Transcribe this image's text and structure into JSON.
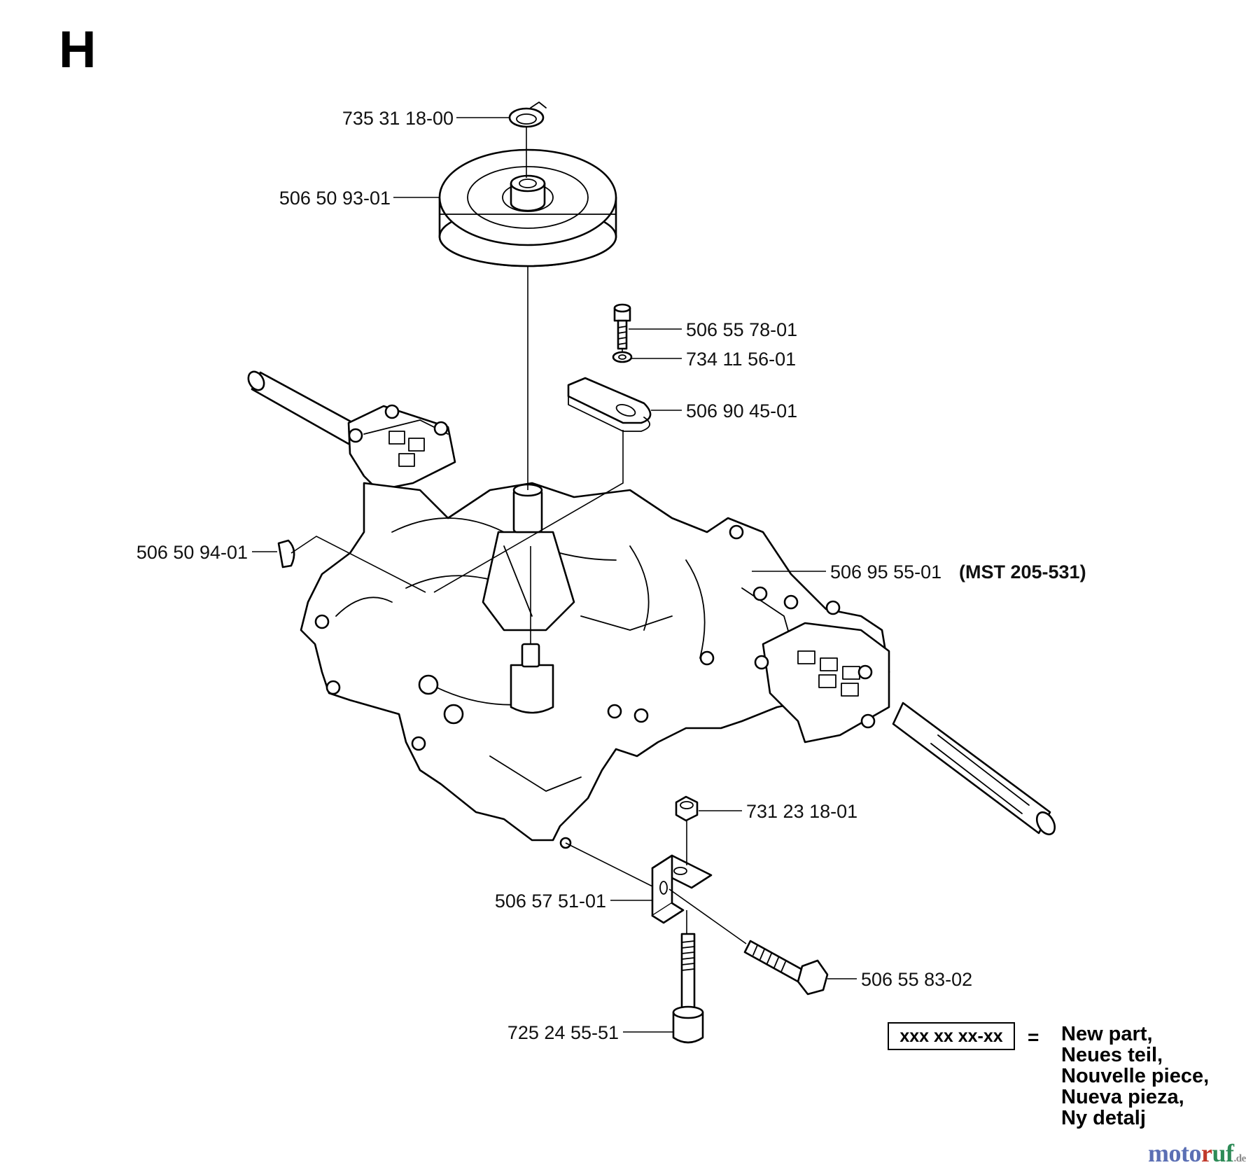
{
  "page": {
    "section_letter": "H"
  },
  "parts": [
    {
      "id": "p1",
      "number": "735 31 18-00"
    },
    {
      "id": "p2",
      "number": "506 50 93-01"
    },
    {
      "id": "p3",
      "number": "506 55 78-01"
    },
    {
      "id": "p4",
      "number": "734 11 56-01"
    },
    {
      "id": "p5",
      "number": "506 90 45-01"
    },
    {
      "id": "p6",
      "number": "506 50 94-01"
    },
    {
      "id": "p7",
      "number": "506 95 55-01",
      "note": "(MST 205-531)"
    },
    {
      "id": "p8",
      "number": "731 23 18-01"
    },
    {
      "id": "p9",
      "number": "506 57 51-01"
    },
    {
      "id": "p10",
      "number": "506 55 83-02"
    },
    {
      "id": "p11",
      "number": "725 24 55-51"
    }
  ],
  "legend": {
    "box_text": "xxx xx xx-xx",
    "equals": "=",
    "lines": [
      "New part,",
      "Neues teil,",
      "Nouvelle piece,",
      "Nueva pieza,",
      "Ny detalj"
    ]
  },
  "watermark": {
    "part1": "moto",
    "part2": "r",
    "part3": "uf",
    "part4": ".de"
  }
}
